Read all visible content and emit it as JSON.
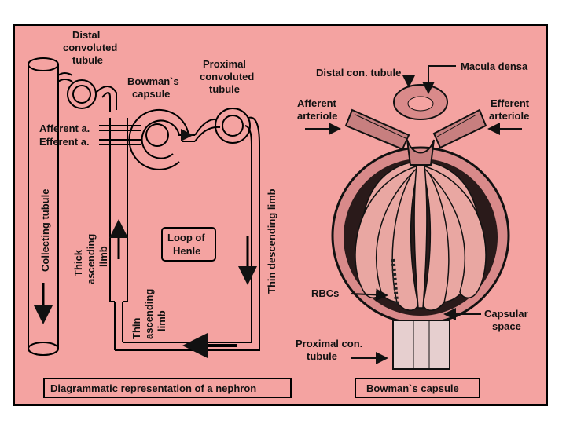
{
  "colors": {
    "background": "#f4a3a1",
    "frame": "#000000",
    "tissue": "#d98a8a",
    "cavity": "#2a1a1a"
  },
  "left_diagram": {
    "caption": "Diagrammatic representation of a nephron",
    "labels": {
      "distal_line1": "Distal",
      "distal_line2": "convoluted",
      "distal_line3": "tubule",
      "bowmans_line1": "Bowman`s",
      "bowmans_line2": "capsule",
      "proximal_line1": "Proximal",
      "proximal_line2": "convoluted",
      "proximal_line3": "tubule",
      "afferent": "Afferent a.",
      "efferent": "Efferent a.",
      "collecting": "Collecting tubule",
      "thick_line1": "Thick",
      "thick_line2": "ascending",
      "thick_line3": "limb",
      "loop_line1": "Loop of",
      "loop_line2": "Henle",
      "thin_desc": "Thin descending limb",
      "thin_asc_line1": "Thin",
      "thin_asc_line2": "ascending",
      "thin_asc_line3": "limb"
    }
  },
  "right_diagram": {
    "caption": "Bowman`s capsule",
    "labels": {
      "distal_con": "Distal con. tubule",
      "macula": "Macula densa",
      "afferent_line1": "Afferent",
      "afferent_line2": "arteriole",
      "efferent_line1": "Efferent",
      "efferent_line2": "arteriole",
      "rbcs": "RBCs",
      "capsular_line1": "Capsular",
      "capsular_line2": "space",
      "proximal_line1": "Proximal con.",
      "proximal_line2": "tubule"
    }
  }
}
